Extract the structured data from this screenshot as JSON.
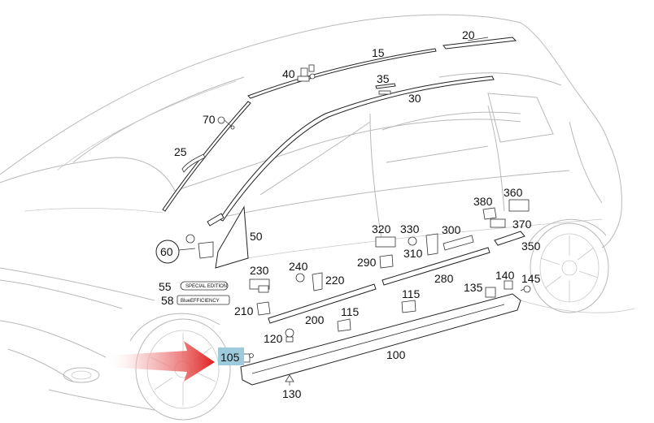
{
  "diagram": {
    "part_numbers": {
      "p15": "15",
      "p20": "20",
      "p25": "25",
      "p30": "30",
      "p35": "35",
      "p40": "40",
      "p50": "50",
      "p55": "55",
      "p58": "58",
      "p60": "60",
      "p70": "70",
      "p100": "100",
      "p105": "105",
      "p115a": "115",
      "p115b": "115",
      "p120": "120",
      "p130": "130",
      "p135": "135",
      "p140": "140",
      "p145": "145",
      "p200": "200",
      "p210": "210",
      "p220": "220",
      "p230": "230",
      "p240": "240",
      "p280": "280",
      "p290": "290",
      "p300": "300",
      "p310": "310",
      "p320": "320",
      "p330": "330",
      "p350": "350",
      "p360": "360",
      "p370": "370",
      "p380": "380"
    },
    "badges": {
      "special_edition": "SPECIAL EDITION",
      "blue_efficiency": "BlueEFFICIENCY"
    },
    "highlight": {
      "part": "105",
      "color": "#9ecbdc",
      "arrow_color": "#e02020"
    }
  }
}
